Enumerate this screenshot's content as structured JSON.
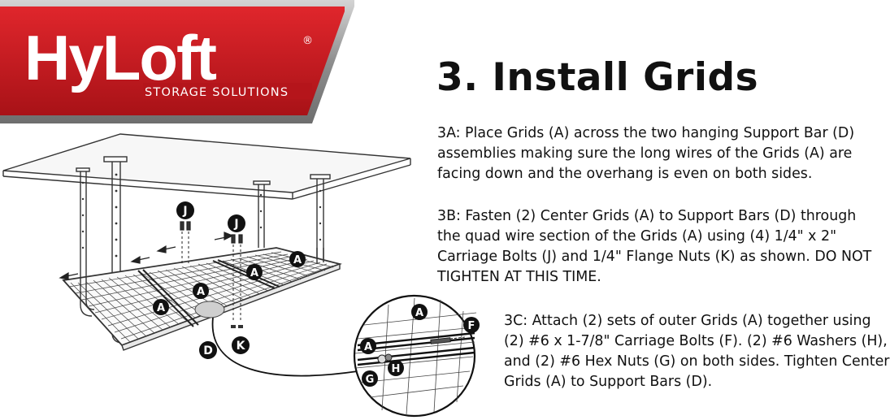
{
  "brand": {
    "name": "HyLoft",
    "registered": "®",
    "tagline": "STORAGE SOLUTIONS",
    "colors": {
      "red": "#c8161d",
      "frame": "#9a9a9a",
      "text": "#ffffff"
    }
  },
  "step": {
    "title": "3. Install Grids",
    "p3a": "3A: Place Grids (A) across the two hanging Support Bar (D) assemblies making sure the long wires of the Grids (A) are facing down and the overhang is even on both sides.",
    "p3b": "3B: Fasten (2) Center Grids (A) to Support Bars (D) through the quad wire section of the Grids (A) using (4) 1/4\" x 2\" Carriage Bolts (J) and 1/4\" Flange Nuts (K) as shown. DO NOT TIGHTEN AT THIS TIME.",
    "p3c": "3C: Attach (2) sets of outer Grids (A) together using (2) #6 x 1-7/8\" Carriage Bolts (F). (2) #6 Washers (H), and (2) #6 Hex Nuts (G) on both sides. Tighten Center Grids (A) to Support Bars (D)."
  },
  "diagram": {
    "callouts": {
      "j1": "J",
      "j2": "J",
      "a1": "A",
      "a2": "A",
      "a3": "A",
      "a4": "A",
      "d": "D",
      "k": "K",
      "zoom_a1": "A",
      "zoom_a2": "A",
      "zoom_f": "F",
      "zoom_g": "G",
      "zoom_h": "H"
    }
  }
}
